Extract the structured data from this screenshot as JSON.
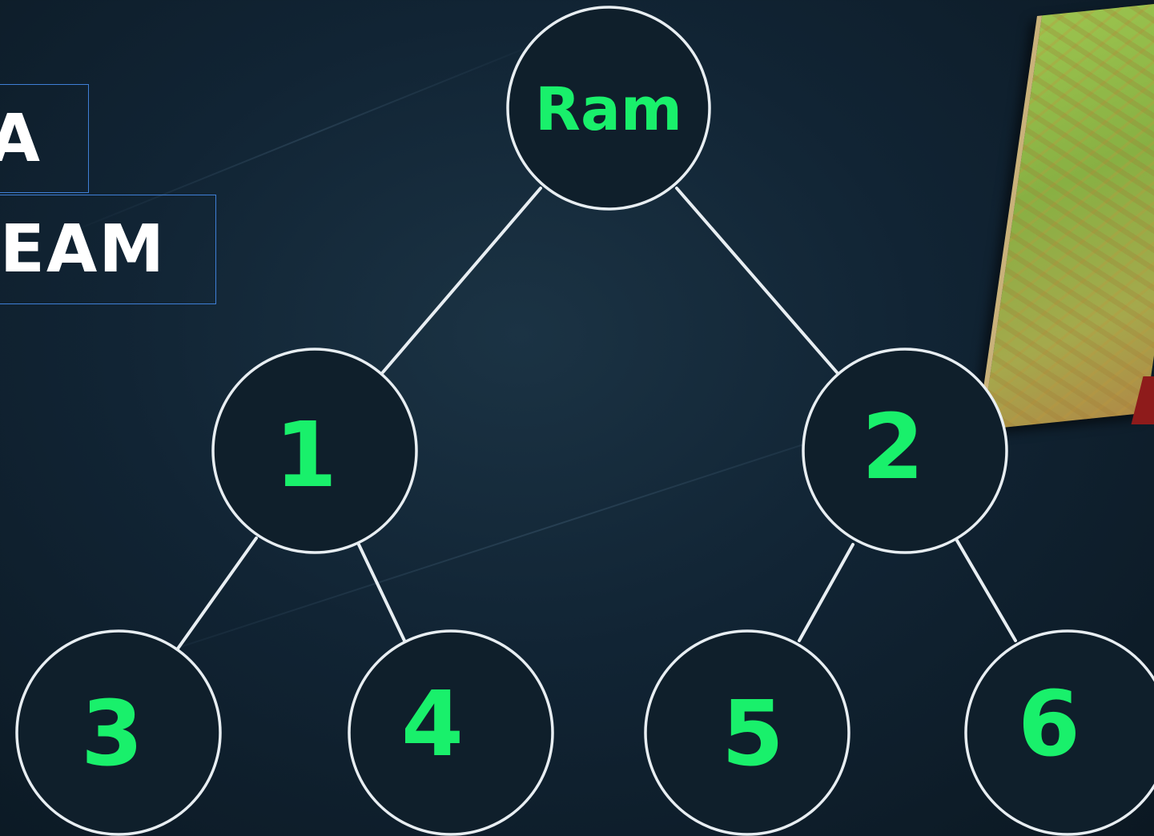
{
  "labels": {
    "box_top": "A",
    "box_bottom": "EAM"
  },
  "tree": {
    "root": "Ram",
    "left": "1",
    "right": "2",
    "left_left": "3",
    "left_right": "4",
    "right_left": "5",
    "right_right": "6"
  },
  "colors": {
    "node_text": "#19f06b",
    "node_stroke": "#e8eef2",
    "background": "#112434",
    "box_border": "#3f7fd6"
  }
}
